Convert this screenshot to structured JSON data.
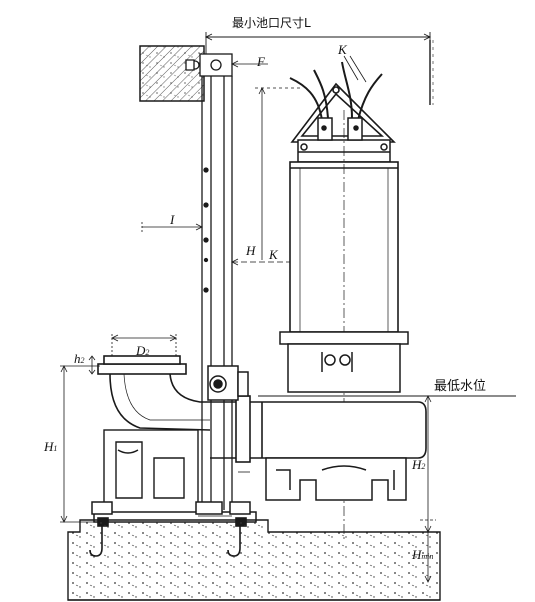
{
  "labels": {
    "pit_size": "最小池口尺寸L",
    "k_top": "K",
    "f": "F",
    "i": "I",
    "h": "H",
    "k_mid": "K",
    "h2": "h",
    "h2_sub": "2",
    "d2": "D",
    "d2_sub": "2",
    "min_water_level": "最低水位",
    "h1": "H",
    "h1_sub": "1",
    "h2_right": "H",
    "h2_right_sub": "2",
    "hmin": "H",
    "hmin_sub": "min"
  },
  "colors": {
    "line": "#1a1a1a",
    "hatch": "#333333",
    "background": "#ffffff"
  }
}
